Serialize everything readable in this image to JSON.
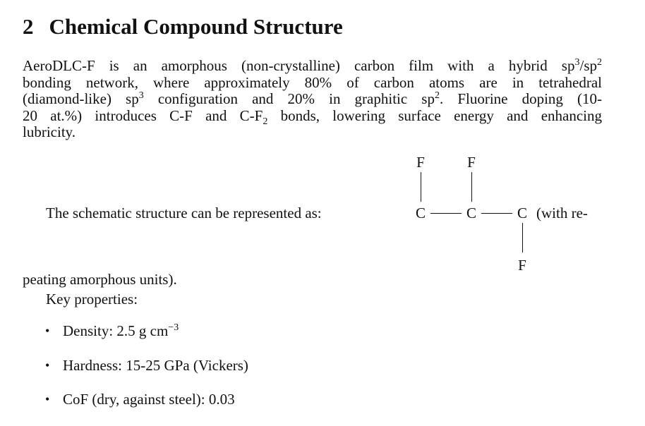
{
  "heading": {
    "number": "2",
    "title": "Chemical Compound Structure"
  },
  "paragraph_lines": [
    [
      {
        "t": "AeroDLC-F is an amorphous (non-crystalline) carbon film with a hybrid sp"
      },
      {
        "sup": "3"
      },
      {
        "t": "/sp"
      },
      {
        "sup": "2"
      }
    ],
    [
      {
        "t": "bonding network, where approximately 80% of carbon atoms are in tetrahedral"
      }
    ],
    [
      {
        "t": "(diamond-like) sp"
      },
      {
        "sup": "3"
      },
      {
        "t": " configuration and 20% in graphitic sp"
      },
      {
        "sup": "2"
      },
      {
        "t": ". Fluorine doping (10-"
      }
    ],
    [
      {
        "t": "20 at.%) introduces C-F and C-F"
      },
      {
        "sub": "2"
      },
      {
        "t": " bonds, lowering surface energy and enhancing"
      }
    ],
    [
      {
        "t": "lubricity."
      }
    ]
  ],
  "structure_intro": "The schematic structure can be represented as:",
  "structure": {
    "atoms": [
      "C",
      "C",
      "C"
    ],
    "top_substituents": [
      "F",
      "F"
    ],
    "bottom_substituent": "F"
  },
  "structure_trailing": "(with re-",
  "structure_continuation": "peating amorphous units).",
  "key_properties_label": "Key properties:",
  "properties": [
    {
      "bullet": "•",
      "label": "Density:",
      "value": "2.5 g cm",
      "sup": "−3"
    },
    {
      "bullet": "•",
      "label": "Hardness:",
      "value": "15-25 GPa (Vickers)"
    },
    {
      "bullet": "•",
      "label": "CoF (dry, against steel):",
      "value": "0.03"
    }
  ]
}
